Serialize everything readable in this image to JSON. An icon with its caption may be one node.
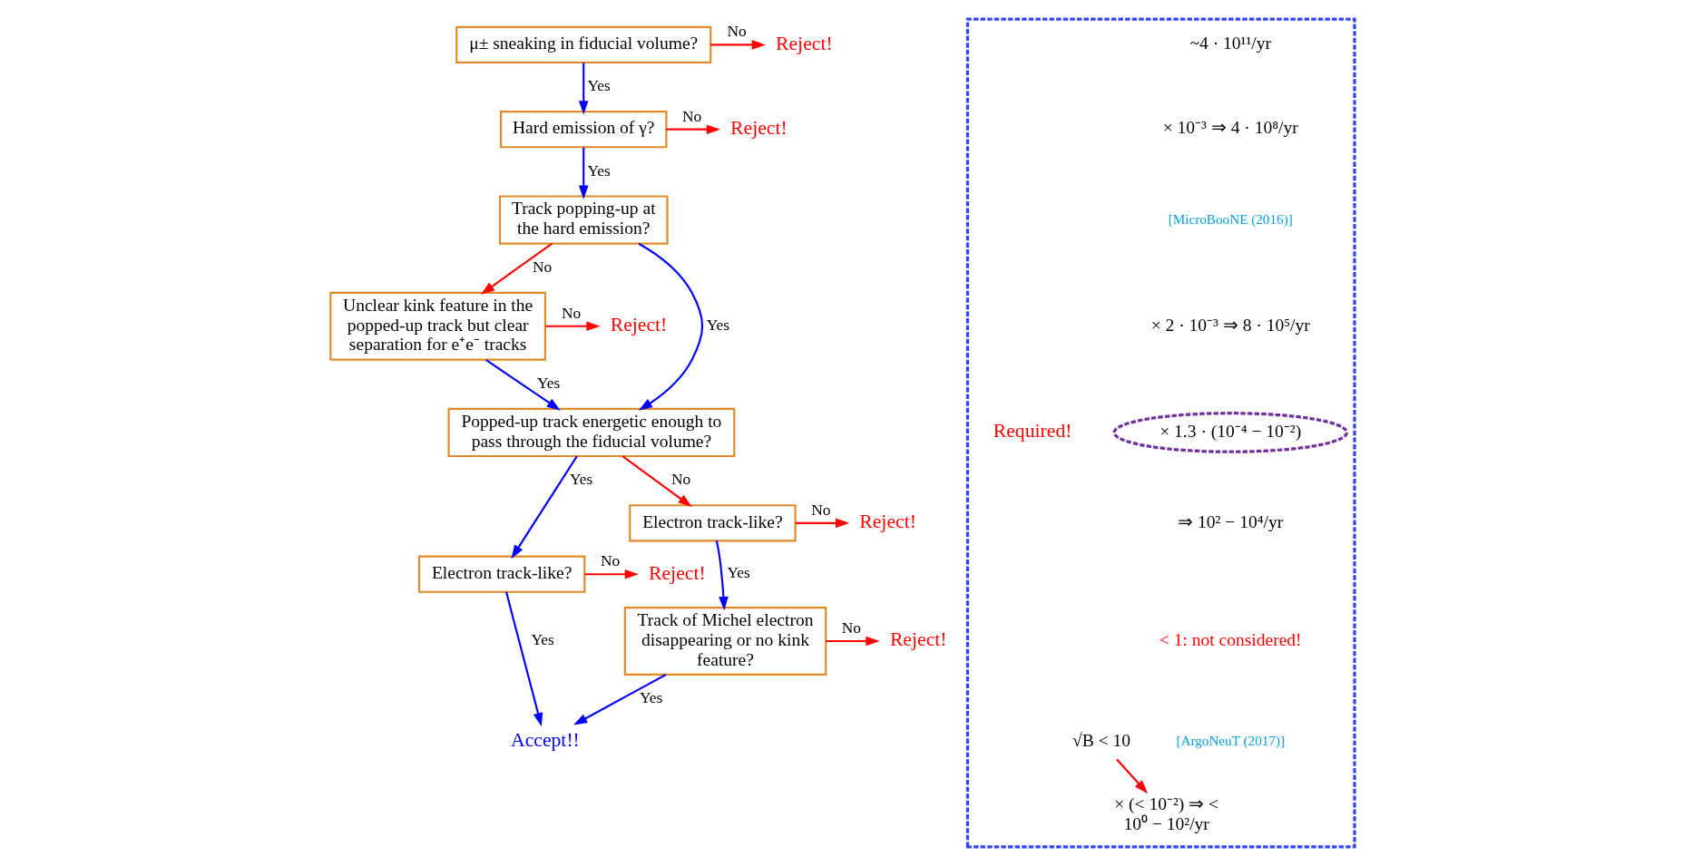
{
  "diagram": {
    "nodes": [
      {
        "text": [
          "μ± sneaking in fiducial volume?"
        ]
      },
      {
        "text": [
          "Reject!"
        ]
      },
      {
        "text": [
          "Hard emission of γ?"
        ]
      },
      {
        "text": [
          "Reject!"
        ]
      },
      {
        "text": [
          "Track popping-up at the hard emission?"
        ]
      },
      {
        "text": [
          "Unclear kink feature in the popped-up track but clear separation for e⁺e⁻ tracks"
        ]
      },
      {
        "text": [
          "Reject!"
        ]
      },
      {
        "text": [
          "Popped-up track energetic enough to pass through the fiducial volume?"
        ]
      },
      {
        "text": [
          "Electron track-like?"
        ]
      },
      {
        "text": [
          "Reject!"
        ]
      },
      {
        "text": [
          "Accept!!"
        ]
      },
      {
        "text": [
          "Electron track-like?"
        ]
      },
      {
        "text": [
          "Reject!"
        ]
      },
      {
        "text": [
          "Track of Michel electron disappearing or no kink feature?"
        ]
      },
      {
        "text": [
          "Reject!"
        ]
      },
      {
        "text": [],
        "shape": "box"
      },
      {
        "text": [
          "× 1.3 · (10⁻⁴ − 10⁻²)"
        ],
        "beside": [
          "Required!"
        ],
        "in": 15
      },
      {
        "text": [
          "× (< 10⁻²) ⇒ < 10⁰ − 10²/yr"
        ],
        "in": 15
      },
      {
        "text": [
          "√B < 10"
        ],
        "in": 15
      }
    ],
    "edges": [
      {
        "from": 0,
        "to": 1,
        "arrow": "to",
        "label": "No"
      },
      {
        "from": 0,
        "to": 2,
        "arrow": "to",
        "label": "Yes",
        "color": "#0000ff"
      },
      {
        "from": 2,
        "to": 3,
        "arrow": "to",
        "label": "No"
      },
      {
        "from": 2,
        "to": 4,
        "arrow": "to",
        "label": "Yes",
        "color": "#0000ff"
      },
      {
        "from": 4,
        "to": 5,
        "arrow": "to",
        "label": "No"
      },
      {
        "from": 5,
        "to": 6,
        "arrow": "to",
        "label": "No"
      },
      {
        "from": 5,
        "to": 7,
        "arrow": "to",
        "label": "Yes",
        "color": "#0000ff"
      },
      {
        "from": 4,
        "to": 7,
        "arrow": "to",
        "label": "Yes",
        "color": "#0000ff"
      },
      {
        "from": 7,
        "to": 8,
        "arrow": "to",
        "label": "Yes",
        "color": "#0000ff"
      },
      {
        "from": 7,
        "to": 11,
        "arrow": "to",
        "label": "No"
      },
      {
        "from": 8,
        "to": 9,
        "arrow": "to",
        "label": "No"
      },
      {
        "from": 8,
        "to": 10,
        "arrow": "to",
        "label": "Yes",
        "color": "#0000ff"
      },
      {
        "from": 11,
        "to": 12,
        "arrow": "to",
        "label": "No"
      },
      {
        "from": 11,
        "to": 13,
        "arrow": "to",
        "label": "Yes",
        "color": "#0000ff"
      },
      {
        "from": 13,
        "to": 10,
        "arrow": "to",
        "label": "Yes",
        "color": "#0000ff"
      },
      {
        "from": 13,
        "to": 14,
        "arrow": "to",
        "label": "No"
      },
      {
        "from": 18,
        "to": 17,
        "arrow": "to"
      }
    ],
    "labels": [
      "~4 · 10¹¹/yr",
      "× 10⁻³ ⇒ 4 · 10⁸/yr",
      "[MicroBooNE (2016)]",
      "× 2 · 10⁻³ ⇒ 8 · 10⁵/yr",
      "⇒ 10² − 10⁴/yr",
      "< 1: not considered!",
      "[ArgoNeuT (2017)]"
    ]
  }
}
